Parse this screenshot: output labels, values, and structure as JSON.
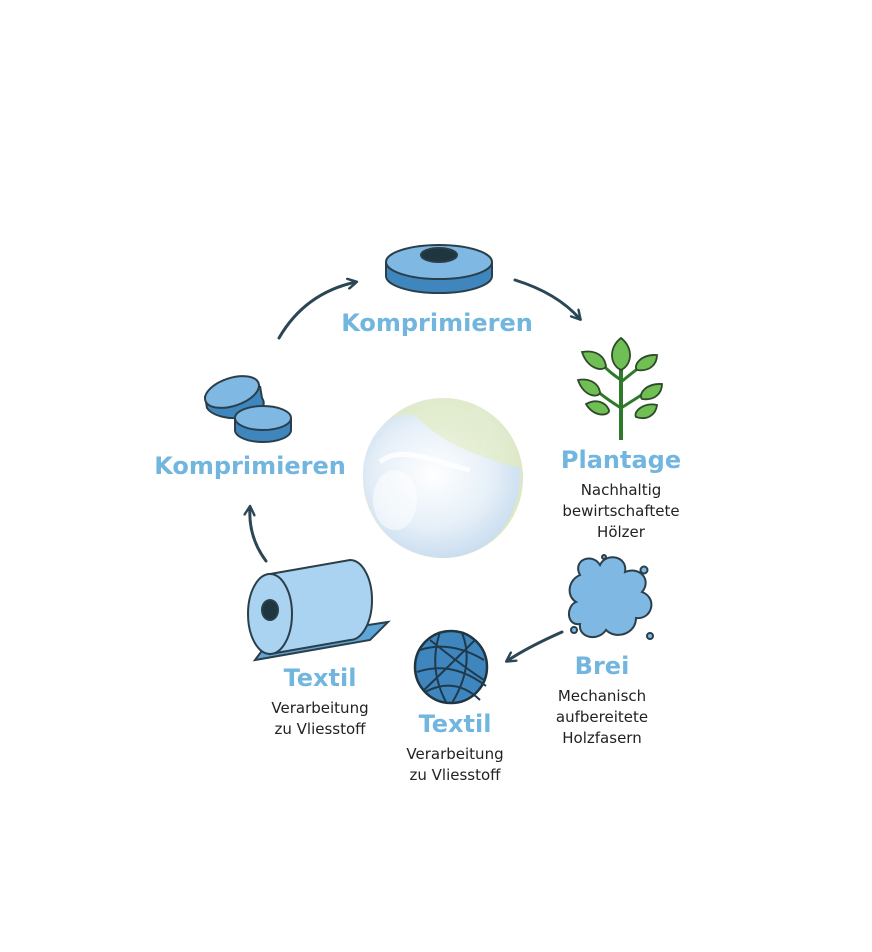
{
  "colors": {
    "title": "#72b6df",
    "arrow": "#2b4654",
    "fill_blue": "#7fb8e3",
    "fill_dark_blue": "#3f86bf",
    "leaf_green": "#6fbf55",
    "stem_green": "#2f7a2a",
    "outline": "#2b3f4a"
  },
  "steps": [
    {
      "title": "Komprimieren",
      "description": [],
      "icon": "disc-icon"
    },
    {
      "title": "Plantage",
      "description": [
        "Nachhaltig",
        "bewirtschaftete",
        "Hölzer"
      ],
      "icon": "plant-icon"
    },
    {
      "title": "Brei",
      "description": [
        "Mechanisch",
        "aufbereitete",
        "Holzfasern"
      ],
      "icon": "pulp-cloud-icon"
    },
    {
      "title": "Textil",
      "description": [
        "Verarbeitung",
        "zu Vliesstoff"
      ],
      "icon": "fiber-ball-icon"
    },
    {
      "title": "Textil",
      "description": [
        "Verarbeitung",
        "zu Vliesstoff"
      ],
      "icon": "fabric-roll-icon"
    },
    {
      "title": "Komprimieren",
      "description": [],
      "icon": "tablets-icon"
    }
  ],
  "center_icon": "yin-yang-leaf-water-icon"
}
